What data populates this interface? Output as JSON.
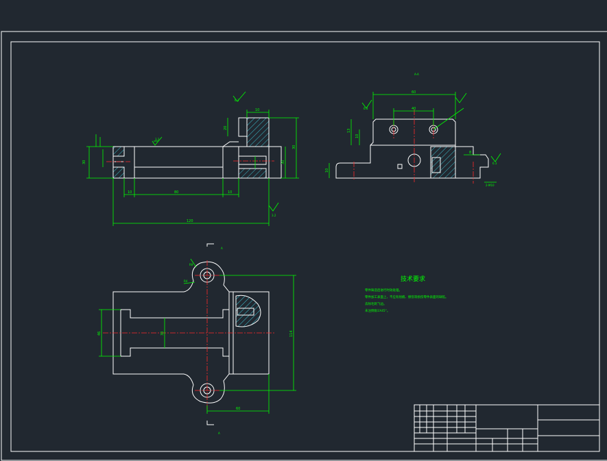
{
  "dimensions": {
    "front_left": "30",
    "front_right_top": "10",
    "front_right_height": "30",
    "front_right_small": "20",
    "front_right_mid": "30",
    "front_bottom_1": "10",
    "front_bottom_2": "80",
    "front_bottom_3": "10",
    "front_total": "120",
    "side_top": "60",
    "side_mid": "40",
    "side_left_1": "13",
    "side_left_2": "10",
    "side_left_3": "10",
    "side_right": "8",
    "top_height": "114",
    "top_width": "60",
    "top_left": "46",
    "top_inner": "30",
    "top_radius_1": "R9",
    "top_radius_2": "R4"
  },
  "roughness": {
    "r1": "3.2",
    "r2": "6.3",
    "r3": "3.2",
    "r4": "6.3",
    "r5": "6.3"
  },
  "section_labels": {
    "view": "A-A",
    "cut_top": "A",
    "cut_bottom": "A"
  },
  "tech_requirements": {
    "title": "技术要求",
    "lines": [
      "零件铸造后进行时效处理。",
      "零件加工表面上，不应有划痕、擦伤等损伤零件表面的缺陷。",
      "去除毛刺飞边。",
      "未注倒角1X45°。"
    ]
  }
}
